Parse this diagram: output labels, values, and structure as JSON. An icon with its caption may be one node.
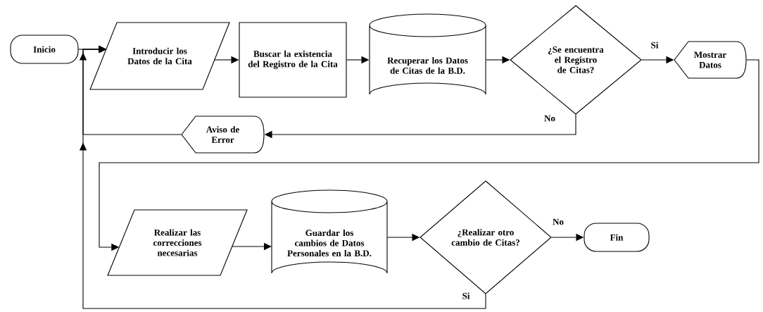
{
  "diagram": {
    "nodes": [
      {
        "text": [
          "Inicio"
        ]
      },
      {
        "text": [
          "Introducir los Datos de la Cita"
        ]
      },
      {
        "text": [
          "Buscar la existencia del Registro de la Cita"
        ]
      },
      {
        "text": [
          "Recuperar los Datos de Citas de la B.D."
        ]
      },
      {
        "text": [
          "¿Se encuentra el Registro de Citas?"
        ]
      },
      {
        "text": [
          "Mostrar Datos"
        ]
      },
      {
        "text": [
          "Aviso de Error"
        ]
      },
      {
        "text": [
          "Realizar las correcciones necesarias"
        ]
      },
      {
        "text": [
          "Guardar los cambios de Datos Personales en la B.D."
        ]
      },
      {
        "text": [
          "¿Realizar otro cambio de Citas?"
        ]
      },
      {
        "text": [
          "Fin"
        ]
      }
    ],
    "edges": [
      {
        "from": 0,
        "to": 1,
        "arrow": "to"
      },
      {
        "from": 1,
        "to": 2,
        "arrow": "to"
      },
      {
        "from": 2,
        "to": 3,
        "arrow": "to"
      },
      {
        "from": 3,
        "to": 4,
        "arrow": "to"
      },
      {
        "from": 4,
        "to": 5,
        "arrow": "to",
        "label": "Si"
      },
      {
        "from": 4,
        "to": 6,
        "arrow": "to",
        "label": "No"
      },
      {
        "from": 6,
        "to": 1,
        "arrow": "to"
      },
      {
        "from": 5,
        "to": 7,
        "arrow": "to"
      },
      {
        "from": 7,
        "to": 8,
        "arrow": "to"
      },
      {
        "from": 8,
        "to": 9,
        "arrow": "to"
      },
      {
        "from": 9,
        "to": 10,
        "arrow": "to",
        "label": "No"
      },
      {
        "from": 9,
        "to": 1,
        "arrow": "to",
        "label": "Si"
      }
    ]
  }
}
